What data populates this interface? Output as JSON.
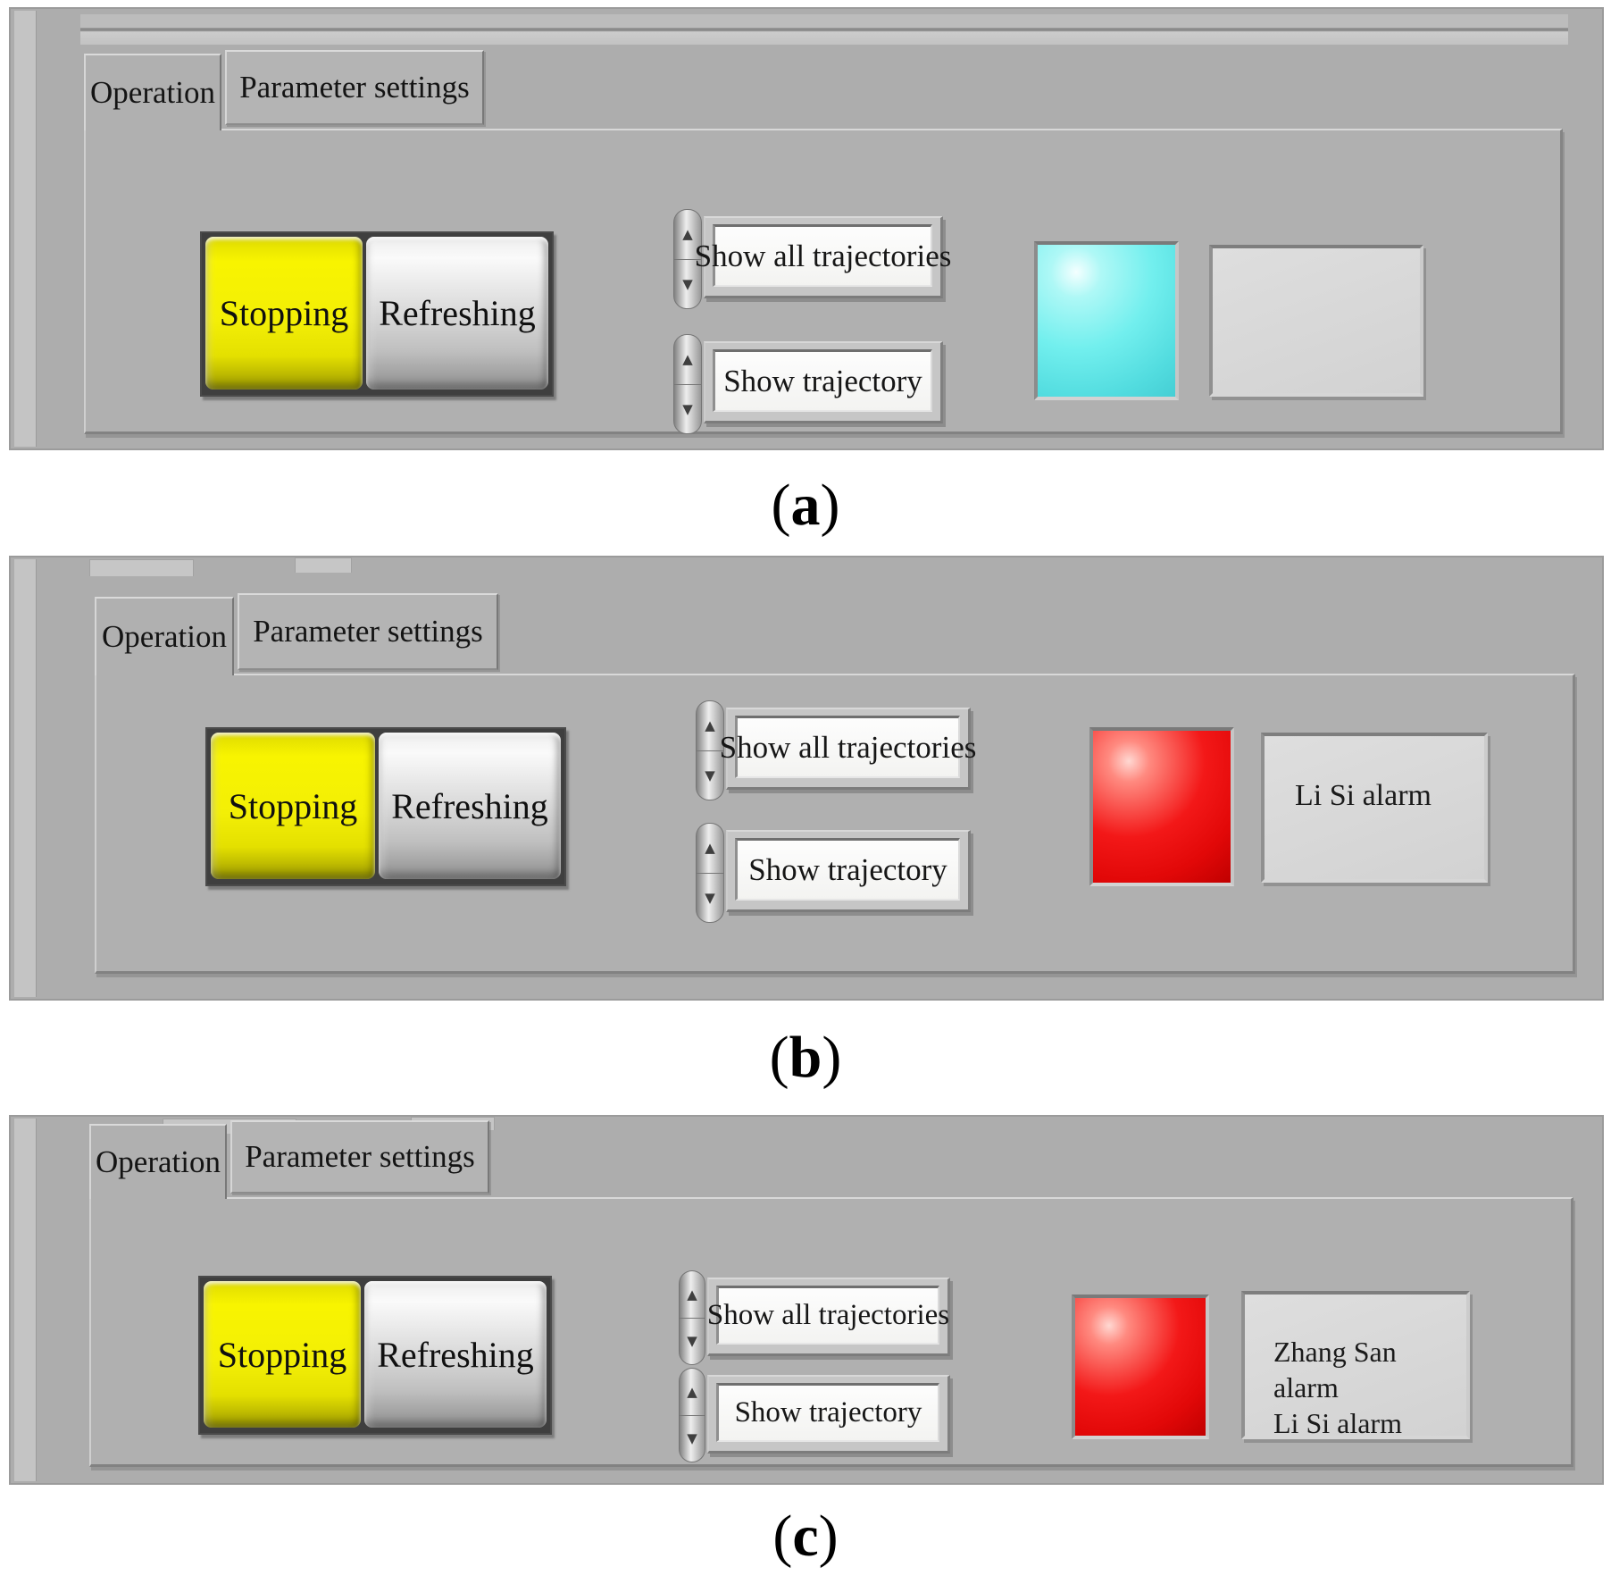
{
  "colors": {
    "panel_gray": "#adadad",
    "button_yellow": "#f2ee04",
    "button_gray": "#cfcfcf",
    "led_cyan": "#72efee",
    "led_red": "#ee1111",
    "field_white": "#f7f7f5",
    "alarm_field": "#d9d9d9",
    "text": "#141414"
  },
  "panels": [
    {
      "caption": {
        "open": "(",
        "letter": "a",
        "close": ")"
      },
      "tabs": [
        {
          "label": "Operation"
        },
        {
          "label": "Parameter settings"
        }
      ],
      "active_tab": "Operation",
      "stop_button_label": "Stopping",
      "refresh_button_label": "Refreshing",
      "show_all_dropdown_value": "Show all trajectories",
      "show_one_dropdown_value": "Show trajectory",
      "led_color": "#72efee",
      "alarm_lines": []
    },
    {
      "caption": {
        "open": "(",
        "letter": "b",
        "close": ")"
      },
      "tabs": [
        {
          "label": "Operation"
        },
        {
          "label": "Parameter settings"
        }
      ],
      "active_tab": "Operation",
      "stop_button_label": "Stopping",
      "refresh_button_label": "Refreshing",
      "show_all_dropdown_value": "Show all trajectories",
      "show_one_dropdown_value": "Show trajectory",
      "led_color": "#ee1111",
      "alarm_lines": [
        "Li Si alarm"
      ]
    },
    {
      "caption": {
        "open": "(",
        "letter": "c",
        "close": ")"
      },
      "tabs": [
        {
          "label": "Operation"
        },
        {
          "label": "Parameter settings"
        }
      ],
      "active_tab": "Operation",
      "stop_button_label": "Stopping",
      "refresh_button_label": "Refreshing",
      "show_all_dropdown_value": "Show all trajectories",
      "show_one_dropdown_value": "Show trajectory",
      "led_color": "#ee1111",
      "alarm_lines": [
        "Zhang San alarm",
        "Li Si alarm"
      ]
    }
  ]
}
